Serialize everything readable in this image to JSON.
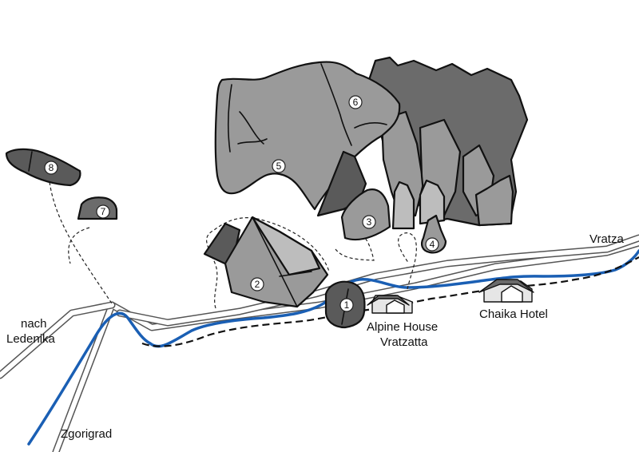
{
  "map": {
    "colors": {
      "river": "#1a5fb4",
      "rock_light": "#bdbdbd",
      "rock_mid": "#9a9a9a",
      "rock_dark": "#6b6b6b",
      "rock_darkest": "#5a5a5a",
      "road_edge": "#555555",
      "house_roof": "#6a6a6a",
      "house_wall": "#e6e6e6"
    },
    "place_labels": {
      "vratza": "Vratza",
      "nach_line1": "nach",
      "nach_line2": "Ledenika",
      "zgorigrad": "Zgorigrad",
      "chaika": "Chaika Hotel",
      "alpine_line1": "Alpine House",
      "alpine_line2": "Vratzatta"
    },
    "rocks": [
      {
        "number": "1"
      },
      {
        "number": "2"
      },
      {
        "number": "3"
      },
      {
        "number": "4"
      },
      {
        "number": "5"
      },
      {
        "number": "6"
      },
      {
        "number": "7"
      },
      {
        "number": "8"
      }
    ]
  }
}
